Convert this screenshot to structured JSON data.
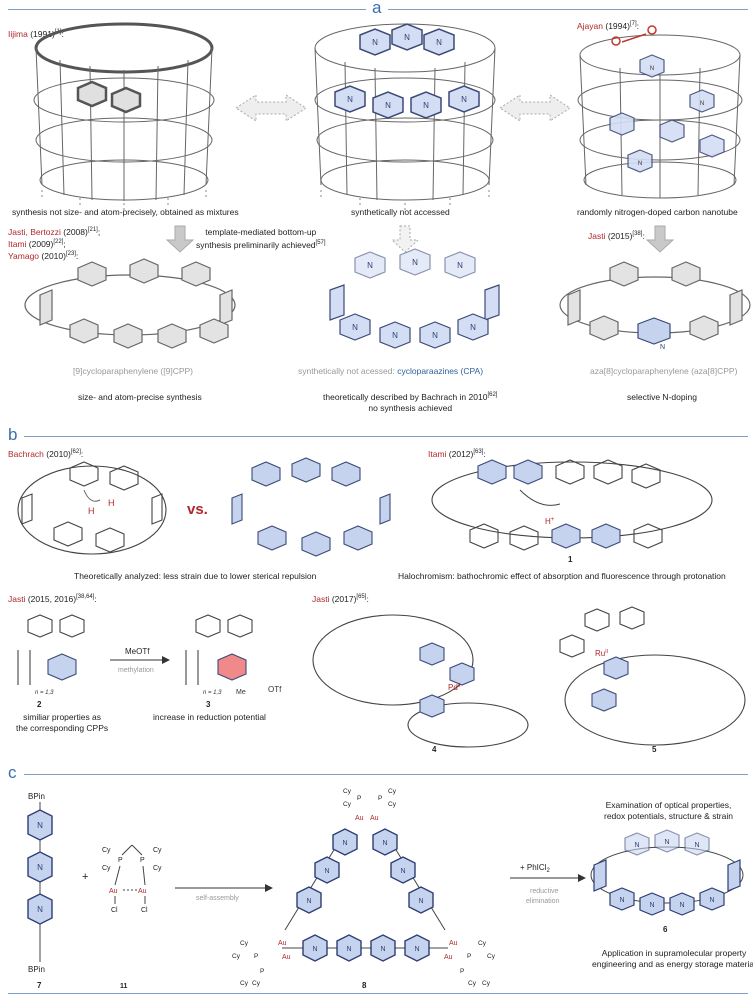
{
  "panels": {
    "a": {
      "label": "a",
      "iijima": {
        "name": "Iijima",
        "year": " (1991)",
        "ref": "[1]",
        "suffix": ":"
      },
      "ajayan": {
        "name": "Ajayan",
        "year": " (1994)",
        "ref": "[7]",
        "suffix": ":"
      },
      "desc_left": "synthesis not size- and atom-precisely, obtained as mixtures",
      "desc_mid": "synthetically not accessed",
      "desc_right": "randomly nitrogen-doped carbon nanotube",
      "jasti_bertozzi": {
        "name": "Jasti, Bertozzi",
        "year": " (2008)",
        "ref": "[21]",
        "suffix": ";"
      },
      "itami": {
        "name": "Itami",
        "year": " (2009)",
        "ref": "[22]",
        "suffix": ";"
      },
      "yamago": {
        "name": "Yamago",
        "year": " (2010)",
        "ref": "[23]",
        "suffix": ":"
      },
      "template_line1": "template-mediated bottom-up",
      "template_line2": "synthesis preliminarily achieved",
      "template_ref": "[57]",
      "jasti2015": {
        "name": "Jasti",
        "year": " (2015)",
        "ref": "[38]",
        "suffix": ":"
      },
      "cpp_name": "[9]cycloparaphenylene ([9]CPP)",
      "cpa_prefix": "synthetically not acessed: ",
      "cpa_name": "cycloparaazines (CPA)",
      "aza_name": "aza[8]cycloparaphenylene (aza[8]CPP)",
      "size_precise": "size- and atom-precise synthesis",
      "bachrach_desc_line1": "theoretically described by Bachrach in 2010",
      "bachrach_desc_ref": "[62]",
      "bachrach_desc_line2": "no synthesis achieved",
      "selective": "selective N-doping",
      "n": "N"
    },
    "b": {
      "label": "b",
      "bachrach": {
        "name": "Bachrach",
        "year": " (2010)",
        "ref": "[62]",
        "suffix": ":"
      },
      "itami2012": {
        "name": "Itami",
        "year": " (2012)",
        "ref": "[63]",
        "suffix": ":"
      },
      "vs": "vs.",
      "h": "H",
      "hplus": "H",
      "plus": "+",
      "theory": "Theoretically analyzed: less strain due to lower sterical repulsion",
      "halo": "Halochromism: bathochromic effect of absorption and fluorescence through protonation",
      "jasti2015_2016": {
        "name": "Jasti",
        "year": " (2015, 2016)",
        "ref": "[38,64]",
        "suffix": ":"
      },
      "jasti2017": {
        "name": "Jasti",
        "year": " (2017)",
        "ref": "[65]",
        "suffix": ":"
      },
      "meotf": "MeOTf",
      "methylation": "methylation",
      "n13": "n = 1,3",
      "me": "Me",
      "otf": "OTf",
      "similar_line1": "similiar properties as",
      "similar_line2": "the corresponding CPPs",
      "increase": "increase in reduction potential",
      "pd": "Pd",
      "pd_ox": "II",
      "ru": "Ru",
      "ru_ox": "II",
      "c1": "1",
      "c2": "2",
      "c3": "3",
      "c4": "4",
      "c5": "5"
    },
    "c": {
      "label": "c",
      "bpin": "BPin",
      "plus": "+",
      "cy": "Cy",
      "p": "P",
      "au": "Au",
      "cl": "Cl",
      "self_assembly": "self-assembly",
      "phicl2_prefix": "+ PhICl",
      "phicl2_sub": "2",
      "reductive_line1": "reductive",
      "reductive_line2": "elimination",
      "exam_line1": "Examination of optical properties,",
      "exam_line2": "redox potentials, structure & strain",
      "app_line1": "Application in supramolecular property",
      "app_line2": "engineering and as energy storage material",
      "c7": "7",
      "c11": "11",
      "c8": "8",
      "c6": "6"
    }
  },
  "colors": {
    "accent_blue": "#3a6fb0",
    "ring_fill": "#c5d3ef",
    "ring_stroke": "#2d3e73",
    "citation_red": "#b0282c",
    "arrow_gray": "#bdbdbd",
    "methyl_pink": "#f08a8a"
  }
}
